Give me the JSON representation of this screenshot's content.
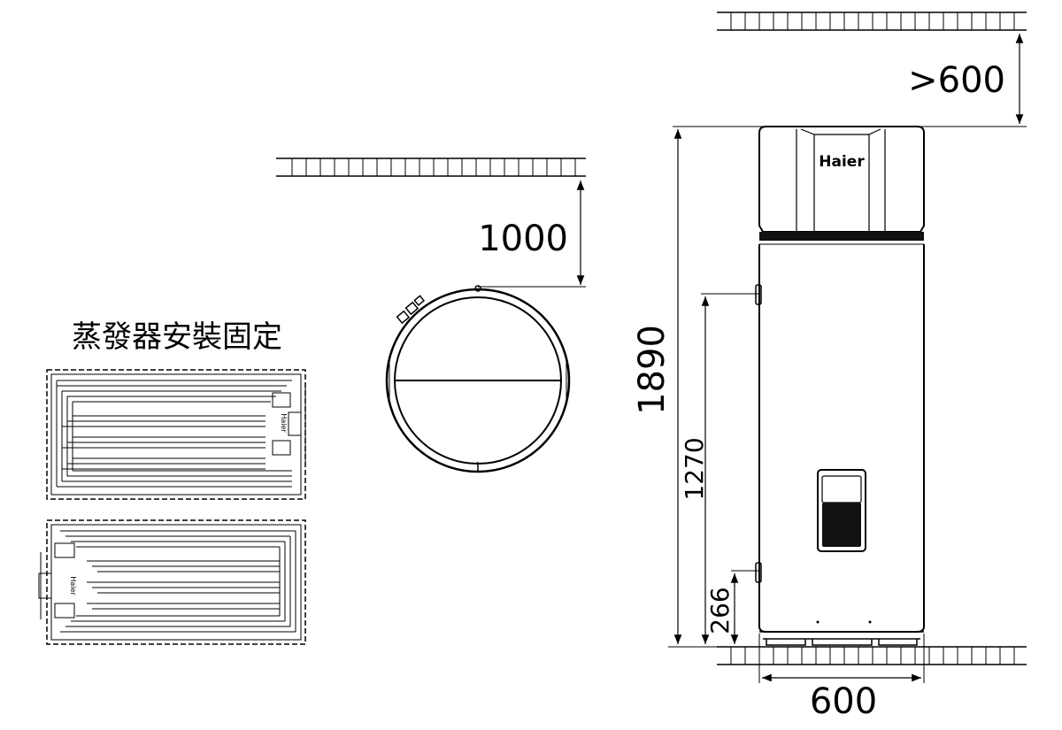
{
  "evaporator": {
    "title": "蒸發器安裝固定",
    "brand": "Haier"
  },
  "top_view": {
    "clearance": "1000"
  },
  "front_view": {
    "brand": "Haier",
    "clearance_top": ">600",
    "height_total": "1890",
    "height_upper_pipe": "1270",
    "height_lower_pipe": "266",
    "width": "600"
  },
  "colors": {
    "line": "#000000",
    "panel": "#111111",
    "background": "#ffffff"
  }
}
